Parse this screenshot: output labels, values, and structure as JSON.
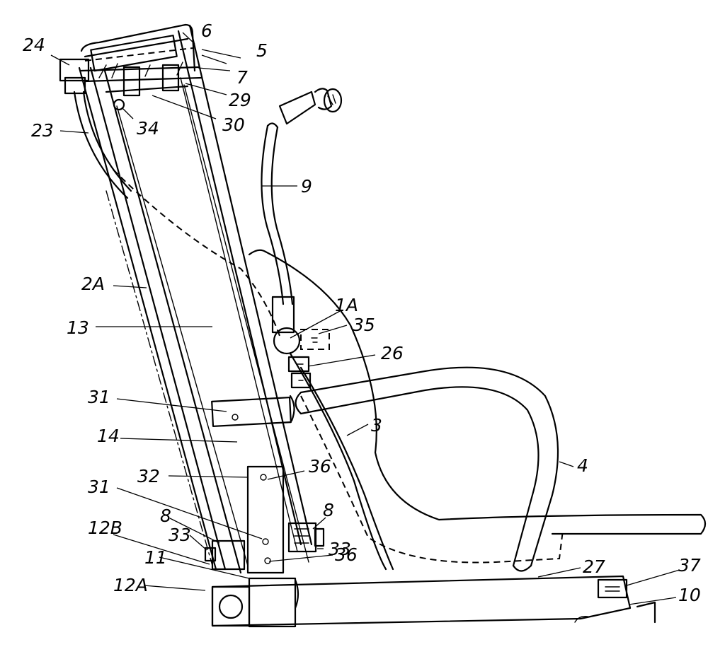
{
  "labels": {
    "l24": "24",
    "l6": "6",
    "l5": "5",
    "l7": "7",
    "l29": "29",
    "l30": "30",
    "l34": "34",
    "l23": "23",
    "l9": "9",
    "l2A": "2A",
    "l13": "13",
    "l1A": "1A",
    "l35": "35",
    "l26": "26",
    "l31a": "31",
    "l14": "14",
    "l3": "3",
    "l4": "4",
    "l32": "32",
    "l36a": "36",
    "l31b": "31",
    "l8a": "8",
    "l8b": "8",
    "l33a": "33",
    "l33b": "33",
    "l12B": "12B",
    "l11": "11",
    "l36b": "36",
    "l27": "27",
    "l37": "37",
    "l12A": "12A",
    "l10": "10"
  }
}
